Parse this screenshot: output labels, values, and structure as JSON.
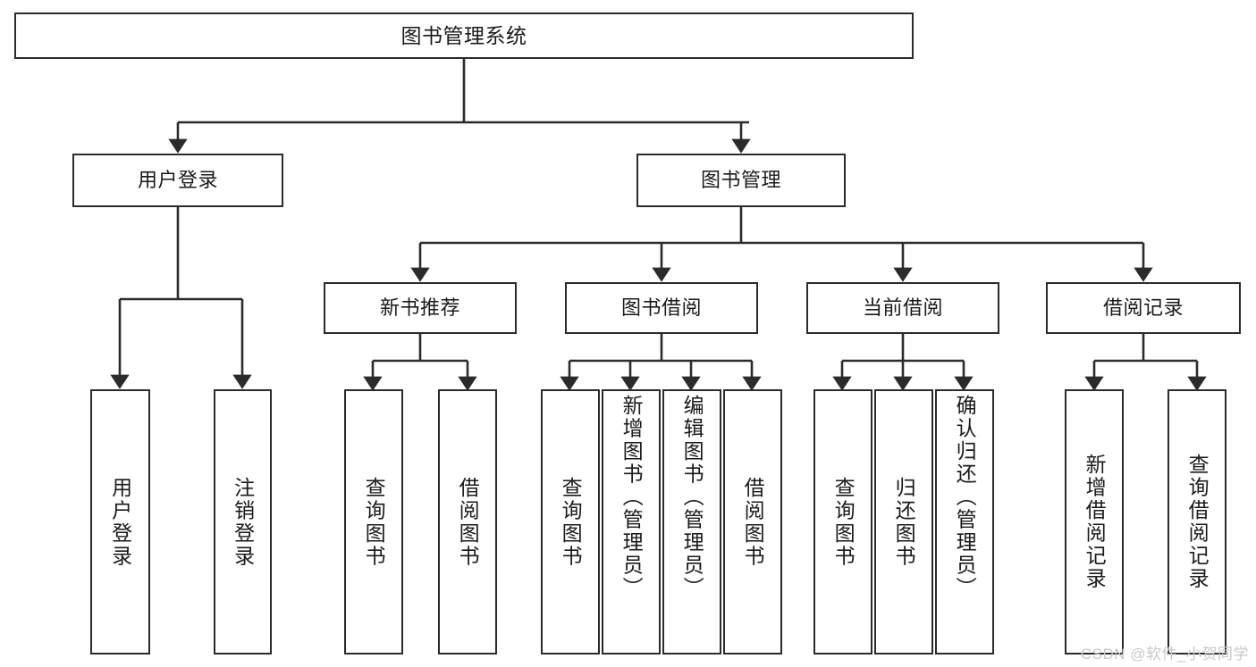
{
  "diagram": {
    "title": "图书管理系统",
    "type": "tree",
    "stroke_color": "#2b2b2b",
    "fill_color": "#ffffff",
    "text_color": "#1a1a1a",
    "watermark": "CSDN @软件_小贺同学"
  },
  "nodes": {
    "root": {
      "label": "图书管理系统"
    },
    "level2": [
      {
        "id": "user-login",
        "label": "用户登录"
      },
      {
        "id": "book-management",
        "label": "图书管理"
      }
    ],
    "level3": [
      {
        "id": "new-book-recommend",
        "label": "新书推荐"
      },
      {
        "id": "book-borrow",
        "label": "图书借阅"
      },
      {
        "id": "current-borrow",
        "label": "当前借阅"
      },
      {
        "id": "borrow-record",
        "label": "借阅记录"
      }
    ],
    "leaves": {
      "user-login": [
        {
          "id": "leaf-user-login",
          "label": "用户登录"
        },
        {
          "id": "leaf-logout-login",
          "label": "注销登录"
        }
      ],
      "new-book-recommend": [
        {
          "id": "leaf-query-book-1",
          "label": "查询图书"
        },
        {
          "id": "leaf-borrow-book-1",
          "label": "借阅图书"
        }
      ],
      "book-borrow": [
        {
          "id": "leaf-query-book-2",
          "label": "查询图书"
        },
        {
          "id": "leaf-add-book-admin",
          "label": "新增图书（管理员）"
        },
        {
          "id": "leaf-edit-book-admin",
          "label": "编辑图书（管理员）"
        },
        {
          "id": "leaf-borrow-book-2",
          "label": "借阅图书"
        }
      ],
      "current-borrow": [
        {
          "id": "leaf-query-book-3",
          "label": "查询图书"
        },
        {
          "id": "leaf-return-book",
          "label": "归还图书"
        },
        {
          "id": "leaf-confirm-return-admin",
          "label": "确认归还（管理员）"
        }
      ],
      "borrow-record": [
        {
          "id": "leaf-add-borrow-record",
          "label": "新增借阅记录"
        },
        {
          "id": "leaf-query-borrow-record",
          "label": "查询借阅记录"
        }
      ]
    }
  }
}
